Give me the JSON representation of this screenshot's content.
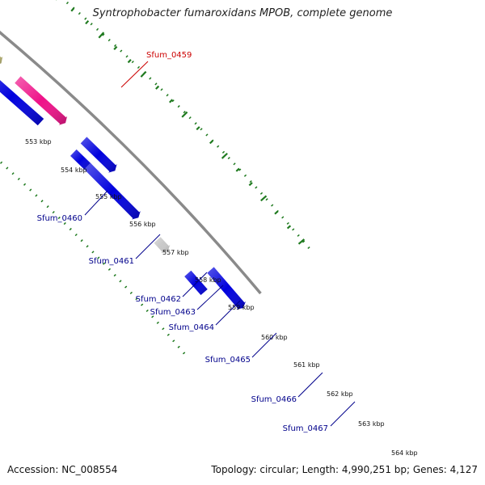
{
  "title": "Syntrophobacter fumaroxidans MPOB, complete genome",
  "footer": {
    "accession": "Accession: NC_008554",
    "summary": "Topology: circular; Length: 4,990,251 bp; Genes: 4,127"
  },
  "colors": {
    "backbone": "#8a8a8a",
    "dotted_track": "#1f7a1f",
    "cds_forward": "#0000dd",
    "highlight": "#dd0000",
    "label_blue": "#00008b",
    "label_red": "#cc0000"
  },
  "ticks": [
    "553 kbp",
    "554 kbp",
    "555 kbp",
    "556 kbp",
    "557 kbp",
    "558 kbp",
    "559 kbp",
    "560 kbp",
    "561 kbp",
    "562 kbp",
    "563 kbp",
    "564 kbp"
  ],
  "gene_labels": [
    {
      "id": "Sfum_0459",
      "label": "Sfum_0459",
      "highlighted": true
    },
    {
      "id": "Sfum_0460",
      "label": "Sfum_0460"
    },
    {
      "id": "Sfum_0461",
      "label": "Sfum_0461"
    },
    {
      "id": "Sfum_0462",
      "label": "Sfum_0462"
    },
    {
      "id": "Sfum_0463",
      "label": "Sfum_0463"
    },
    {
      "id": "Sfum_0464",
      "label": "Sfum_0464"
    },
    {
      "id": "Sfum_0465",
      "label": "Sfum_0465"
    },
    {
      "id": "Sfum_0466",
      "label": "Sfum_0466"
    },
    {
      "id": "Sfum_0467",
      "label": "Sfum_0467"
    }
  ],
  "features": [
    {
      "name": "cds-feature-1",
      "color": "#1a1acc"
    },
    {
      "name": "cds-feature-2",
      "color": "#6a5acd"
    },
    {
      "name": "cds-feature-3",
      "color": "#0000dd"
    },
    {
      "name": "sfum-0459-feature",
      "color": "#dd0000"
    },
    {
      "name": "cds-feature-5",
      "color": "#0000dd"
    },
    {
      "name": "cds-feature-6",
      "color": "#00e5e5"
    },
    {
      "name": "cds-feature-7",
      "color": "#0000dd"
    },
    {
      "name": "cds-feature-8",
      "color": "#0000dd"
    },
    {
      "name": "cds-feature-9",
      "color": "#0000dd"
    },
    {
      "name": "cds-feature-10",
      "color": "#0000dd"
    },
    {
      "name": "cds-feature-11",
      "color": "#b5b070"
    },
    {
      "name": "cds-feature-12",
      "color": "#0000dd"
    },
    {
      "name": "cds-feature-13",
      "color": "#ee1188"
    },
    {
      "name": "cds-feature-14",
      "color": "#0000dd"
    },
    {
      "name": "cds-feature-15",
      "color": "#0000dd"
    },
    {
      "name": "cds-feature-16",
      "color": "#0000dd"
    },
    {
      "name": "cds-feature-17",
      "color": "#c8c8c8"
    },
    {
      "name": "cds-feature-18",
      "color": "#0000dd"
    }
  ]
}
